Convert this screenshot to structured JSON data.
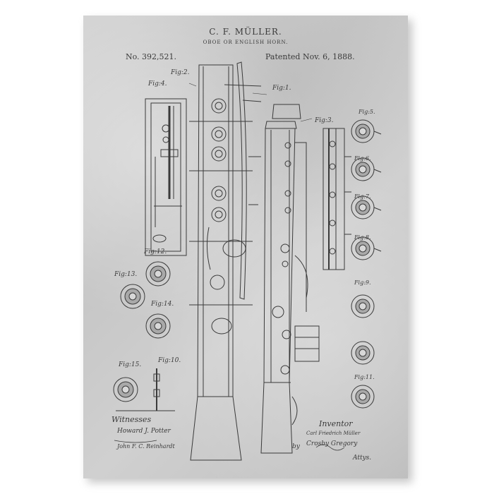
{
  "document": {
    "title": "C. F. MÜLLER.",
    "subtitle": "OBOE OR ENGLISH HORN.",
    "patent_number": "No. 392,521.",
    "patent_date": "Patented Nov. 6, 1888."
  },
  "figures": {
    "fig1": "Fig:1.",
    "fig2": "Fig:2.",
    "fig3": "Fig:3.",
    "fig4": "Fig:4.",
    "fig5": "Fig:5.",
    "fig6": "Fig:6.",
    "fig7": "Fig:7.",
    "fig8": "Fig:8.",
    "fig9": "Fig:9.",
    "fig10": "Fig:10.",
    "fig11": "Fig:11.",
    "fig12": "Fig:12.",
    "fig13": "Fig:13.",
    "fig14": "Fig:14.",
    "fig15": "Fig:15."
  },
  "signatures": {
    "witnesses_label": "Witnesses",
    "witness_1": "Howard J. Potter",
    "witness_2": "John F. C. Reinhardt",
    "inventor_label": "Inventor",
    "inventor_name": "Carl Friedrich Müller",
    "attorney_by": "by",
    "attorney_name": "Crosby Gregory",
    "attorney_suffix": "Attys."
  },
  "colors": {
    "ink": "#3a3a3a",
    "paper": "#c9c9c9"
  }
}
